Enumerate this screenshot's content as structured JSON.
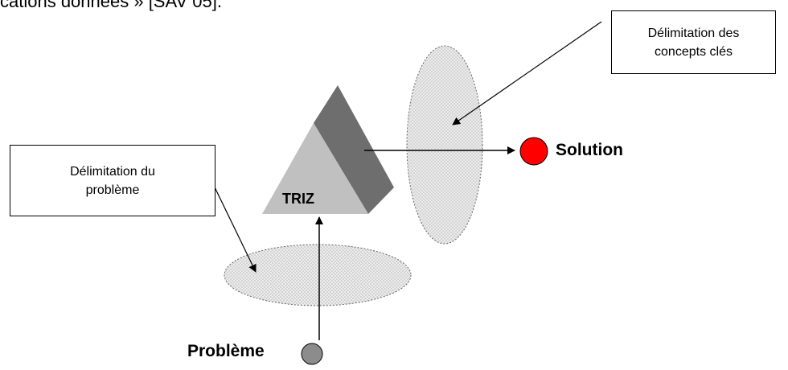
{
  "header_fragment": "cations données » [SAV 05].",
  "boxes": {
    "concepts": {
      "line1": "Délimitation des",
      "line2": "concepts clés"
    },
    "probleme": {
      "line1": "Délimitation du",
      "line2": "problème"
    }
  },
  "labels": {
    "triz": "TRIZ",
    "solution": "Solution",
    "probleme": "Problème"
  },
  "colors": {
    "triangle_front": "#c0c0c0",
    "triangle_side": "#6e6e6e",
    "solution_dot": "#ff0000",
    "probleme_dot": "#8c8c8c",
    "ellipse_fill": "#e6e6e6"
  }
}
